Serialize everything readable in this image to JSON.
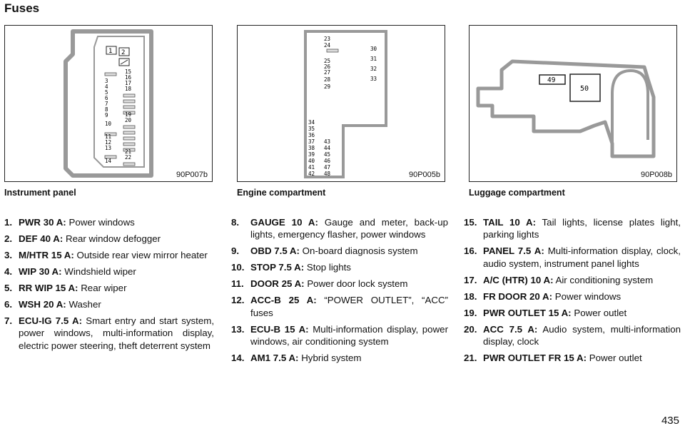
{
  "page": {
    "title": "Fuses",
    "page_number": "435"
  },
  "diagrams": [
    {
      "code": "90P007b",
      "caption": "Instrument panel",
      "labels": [
        "1",
        "2",
        "15",
        "16",
        "17",
        "18",
        "19",
        "20",
        "21",
        "22",
        "3",
        "4",
        "5",
        "6",
        "7",
        "8",
        "9",
        "10",
        "11",
        "12",
        "13",
        "14"
      ]
    },
    {
      "code": "90P005b",
      "caption": "Engine compartment",
      "labels": [
        "23",
        "24",
        "25",
        "26",
        "27",
        "28",
        "29",
        "30",
        "31",
        "32",
        "33",
        "34",
        "35",
        "36",
        "37",
        "38",
        "39",
        "40",
        "41",
        "42",
        "43",
        "44",
        "45",
        "46",
        "47",
        "48"
      ]
    },
    {
      "code": "90P008b",
      "caption": "Luggage compartment",
      "labels": [
        "49",
        "50"
      ]
    }
  ],
  "fuses": [
    {
      "num": "1.",
      "name": "PWR 30 A:",
      "desc": "Power windows"
    },
    {
      "num": "2.",
      "name": "DEF 40 A:",
      "desc": "Rear window defogger"
    },
    {
      "num": "3.",
      "name": "M/HTR 15 A:",
      "desc": "Outside rear view mirror heater"
    },
    {
      "num": "4.",
      "name": "WIP 30 A:",
      "desc": "Windshield wiper"
    },
    {
      "num": "5.",
      "name": "RR WIP 15 A:",
      "desc": "Rear wiper"
    },
    {
      "num": "6.",
      "name": "WSH 20 A:",
      "desc": "Washer"
    },
    {
      "num": "7.",
      "name": "ECU-IG 7.5 A:",
      "desc": "Smart entry and start system, power windows, multi-information display, electric power steering, theft deterrent system"
    },
    {
      "num": "8.",
      "name": "GAUGE 10 A:",
      "desc": "Gauge and meter, back-up lights, emergency flasher, power windows"
    },
    {
      "num": "9.",
      "name": "OBD 7.5 A:",
      "desc": "On-board diagnosis system"
    },
    {
      "num": "10.",
      "name": "STOP 7.5 A:",
      "desc": "Stop lights"
    },
    {
      "num": "11.",
      "name": "DOOR 25 A:",
      "desc": "Power door lock system"
    },
    {
      "num": "12.",
      "name": "ACC-B 25 A:",
      "desc": "“POWER OUTLET”, “ACC” fuses"
    },
    {
      "num": "13.",
      "name": "ECU-B 15 A:",
      "desc": "Multi-information display, power windows, air conditioning system"
    },
    {
      "num": "14.",
      "name": "AM1 7.5 A:",
      "desc": "Hybrid system"
    },
    {
      "num": "15.",
      "name": "TAIL 10 A:",
      "desc": "Tail lights, license plates light, parking lights"
    },
    {
      "num": "16.",
      "name": "PANEL 7.5 A:",
      "desc": "Multi-information display, clock, audio system, instrument panel lights"
    },
    {
      "num": "17.",
      "name": "A/C (HTR) 10 A:",
      "desc": "Air conditioning system"
    },
    {
      "num": "18.",
      "name": "FR DOOR 20 A:",
      "desc": "Power windows"
    },
    {
      "num": "19.",
      "name": "PWR OUTLET 15 A:",
      "desc": "Power outlet"
    },
    {
      "num": "20.",
      "name": "ACC 7.5 A:",
      "desc": "Audio system, multi-information display, clock"
    },
    {
      "num": "21.",
      "name": "PWR OUTLET FR 15 A:",
      "desc": "Power outlet"
    }
  ]
}
